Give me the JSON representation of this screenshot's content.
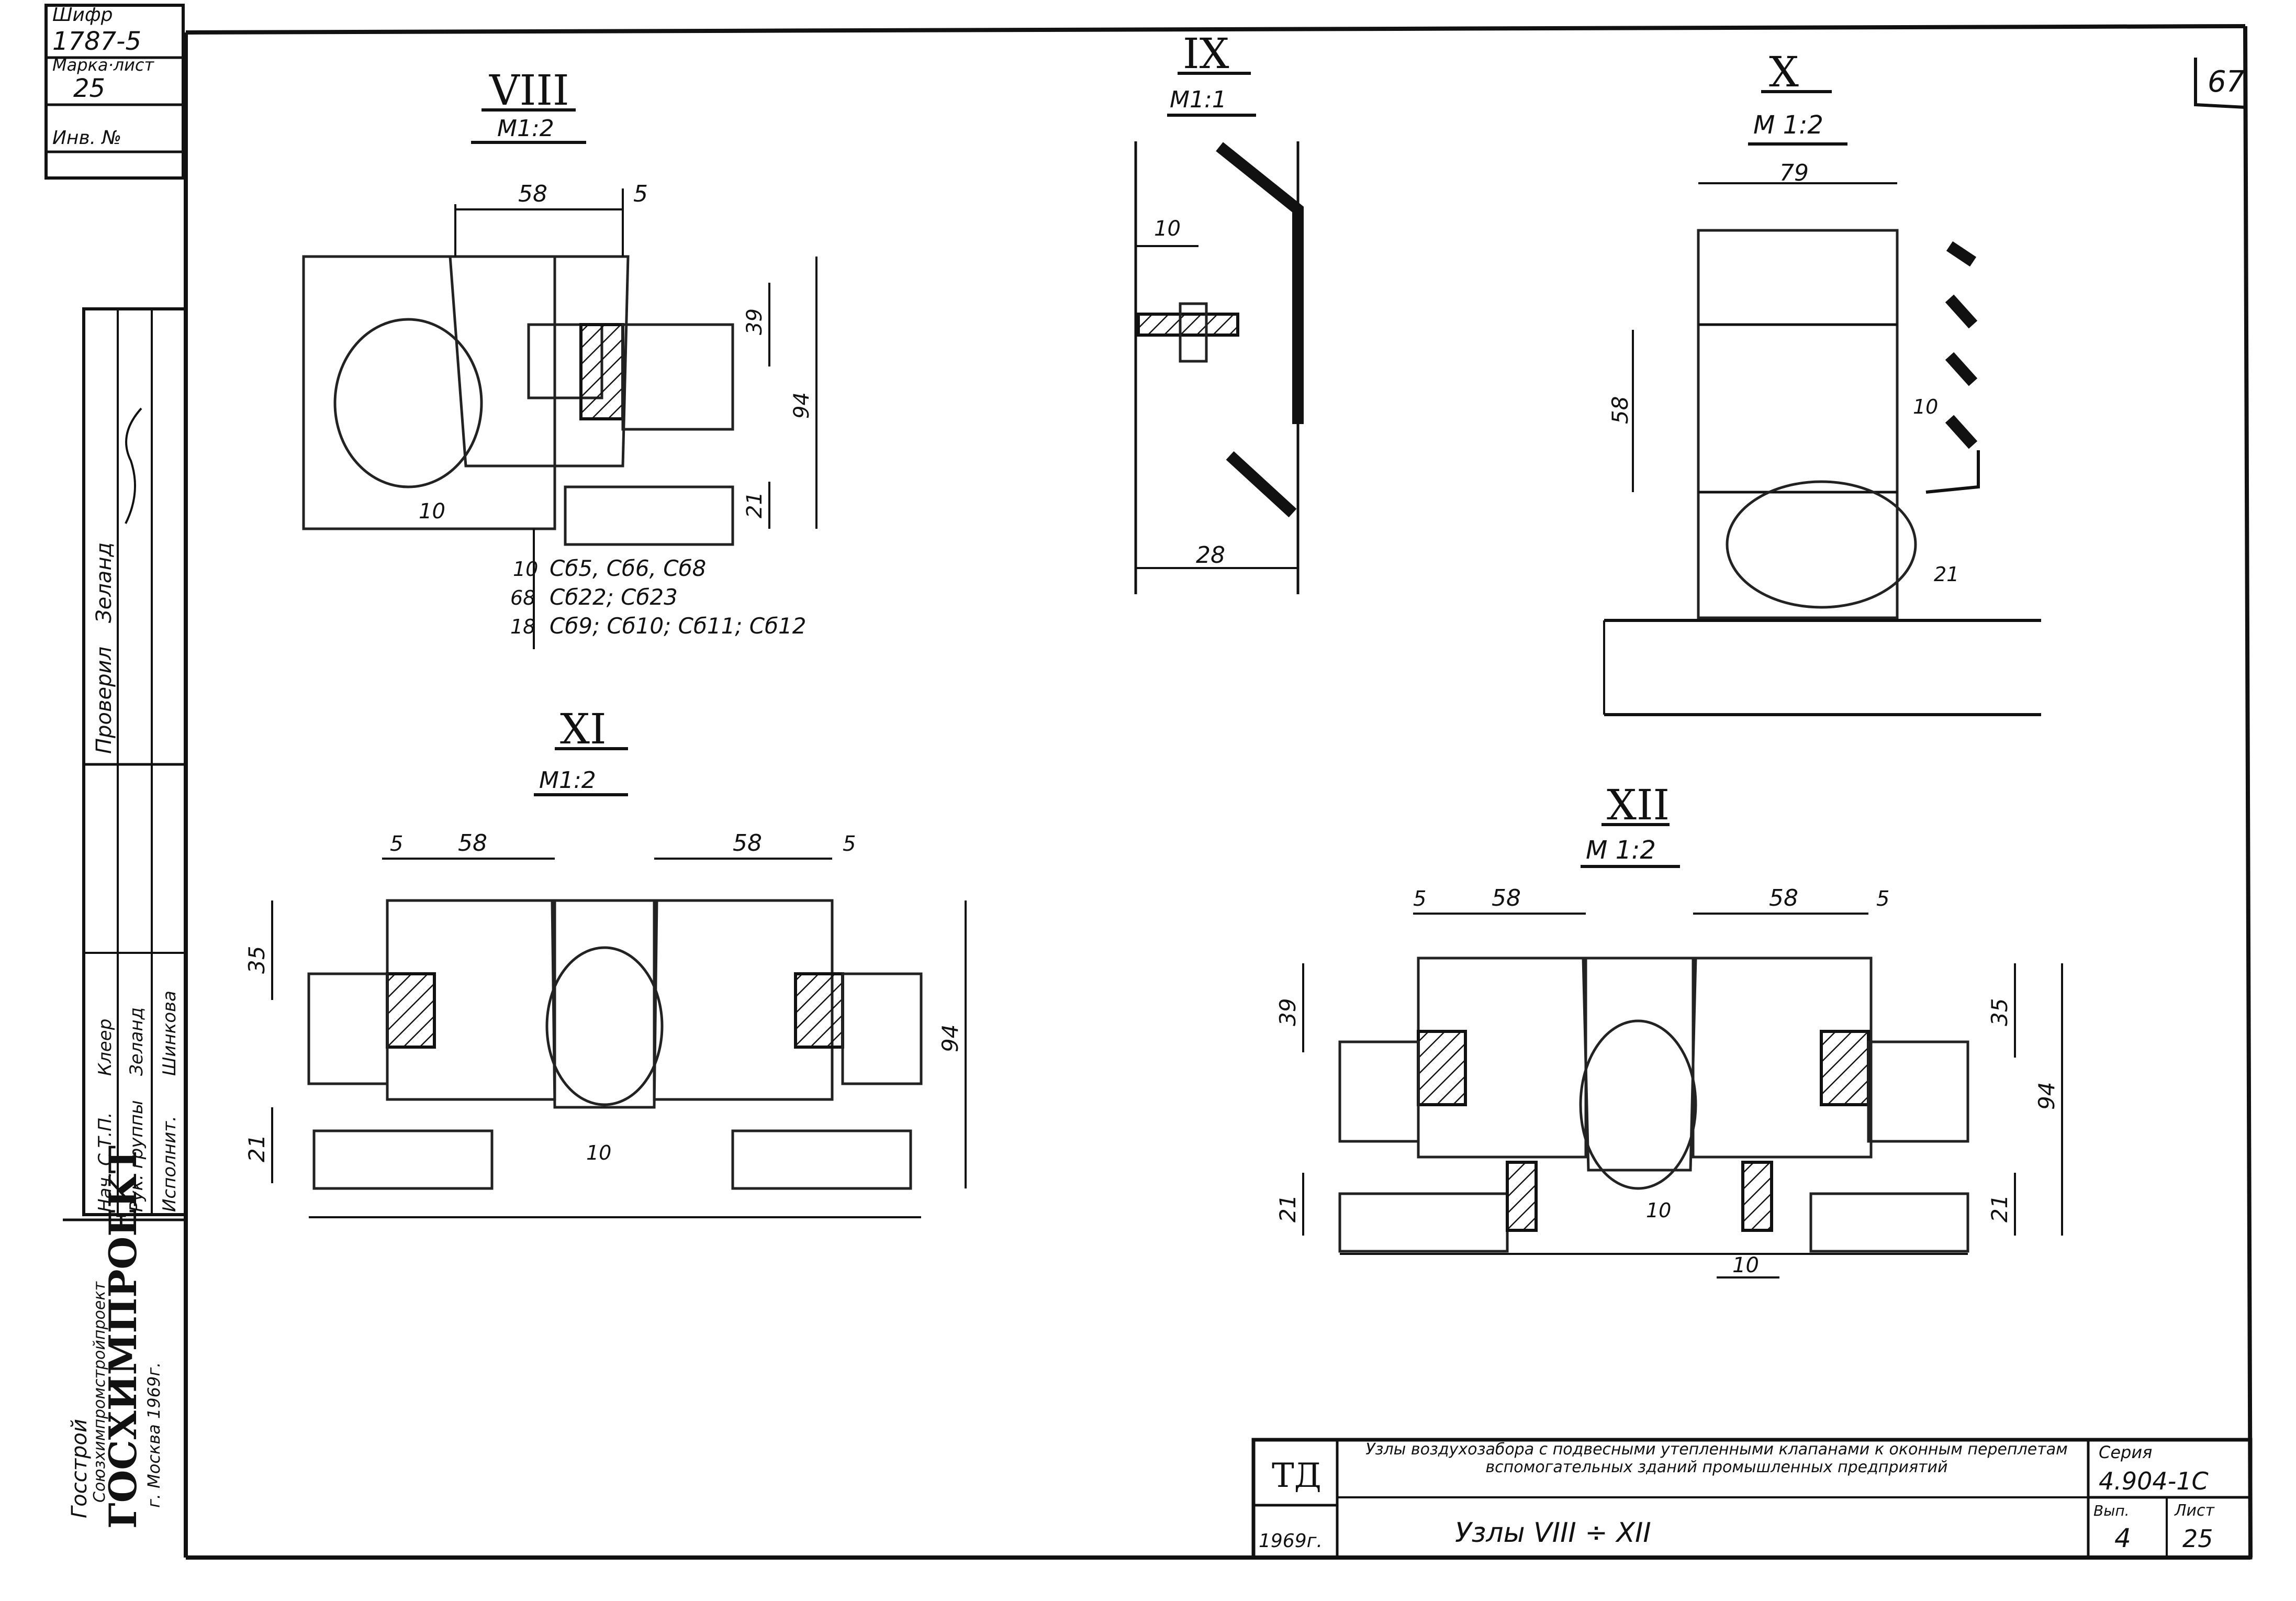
{
  "sheet": {
    "stamp": {
      "cipher_label": "Шифр",
      "cipher_value": "1787-5",
      "mark_sheet_label": "Марка·лист",
      "mark_sheet_value": "25",
      "inv_label": "Инв. №"
    },
    "side_roles": [
      "Нач. С.Т.П.",
      "Рук. группы",
      "Исполнит."
    ],
    "side_names": [
      "Клеер",
      "Зеланд",
      "Шинкова"
    ],
    "side_checked_label": "Проверил",
    "side_checked_name": "Зеланд",
    "org_line1": "Госстрой",
    "org_line2": "Союзхимпромстройпроект",
    "org_name": "ГОСХИМПРОЕКТ",
    "org_city_year": "г. Москва 1969г.",
    "corner_mark": "67"
  },
  "details": {
    "viii": {
      "numeral": "VIII",
      "scale": "М1:2",
      "dims": [
        "58",
        "5",
        "39",
        "94",
        "21",
        "10",
        "10",
        "68",
        "18"
      ],
      "notes": [
        "Сб5, Сб6, Сб8",
        "Сб22; Сб23",
        "Сб9; Сб10; Сб11; Сб12"
      ]
    },
    "ix": {
      "numeral": "IX",
      "scale": "М1:1",
      "dims": [
        "10",
        "28"
      ]
    },
    "x": {
      "numeral": "X",
      "scale": "М 1:2",
      "dims": [
        "79",
        "58",
        "10",
        "21"
      ]
    },
    "xi": {
      "numeral": "XI",
      "scale": "М1:2",
      "dims": [
        "5",
        "58",
        "58",
        "5",
        "35",
        "94",
        "21",
        "10"
      ]
    },
    "xii": {
      "numeral": "XII",
      "scale": "М 1:2",
      "dims": [
        "5",
        "58",
        "58",
        "5",
        "39",
        "35",
        "94",
        "21",
        "21",
        "10",
        "10"
      ]
    }
  },
  "title_block": {
    "code": "ТД",
    "description": "Узлы воздухозабора с подвесными утепленными клапанами к оконным переплетам вспомогательных зданий промышленных предприятий",
    "series_label": "Серия",
    "series_value": "4.904-1С",
    "year": "1969г.",
    "nodes_text": "Узлы VIII ÷ XII",
    "issue_label": "Вып.",
    "issue_value": "4",
    "sheet_label": "Лист",
    "sheet_value": "25"
  }
}
